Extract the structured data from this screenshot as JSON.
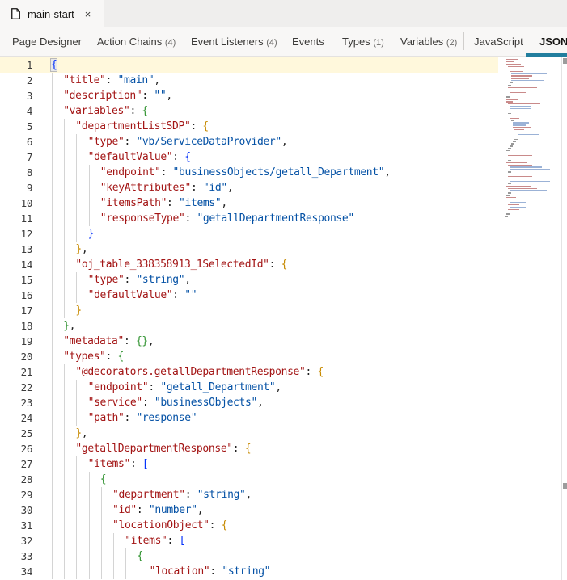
{
  "file_tab": {
    "icon": "document-icon",
    "label": "main-start",
    "close_label": "×"
  },
  "subnav": {
    "items": [
      {
        "label": "Page Designer",
        "count": ""
      },
      {
        "label": "Action Chains",
        "count": "(4)"
      },
      {
        "label": "Event Listeners",
        "count": "(4)"
      },
      {
        "label": "Events",
        "count": ""
      },
      {
        "label": "Types",
        "count": "(1)"
      },
      {
        "label": "Variables",
        "count": "(2)"
      },
      {
        "label": "JavaScript",
        "count": ""
      },
      {
        "label": "JSON",
        "count": ""
      }
    ],
    "active": "JSON"
  },
  "colors": {
    "accent": "#227e9e",
    "key": "#a31515",
    "string": "#0451a5",
    "bracket_depth0": "#0431fa",
    "bracket_depth1": "#319331",
    "bracket_depth2": "#c78a00",
    "current_line": "#fff8dc"
  },
  "editor": {
    "current_line": 1,
    "lines": [
      {
        "n": "1",
        "indent": 0,
        "tokens": [
          [
            "b0",
            "{"
          ]
        ]
      },
      {
        "n": "2",
        "indent": 1,
        "tokens": [
          [
            "k",
            "\"title\""
          ],
          [
            "p",
            ": "
          ],
          [
            "s",
            "\"main\""
          ],
          [
            "p",
            ","
          ]
        ]
      },
      {
        "n": "3",
        "indent": 1,
        "tokens": [
          [
            "k",
            "\"description\""
          ],
          [
            "p",
            ": "
          ],
          [
            "s",
            "\"\""
          ],
          [
            "p",
            ","
          ]
        ]
      },
      {
        "n": "4",
        "indent": 1,
        "tokens": [
          [
            "k",
            "\"variables\""
          ],
          [
            "p",
            ": "
          ],
          [
            "b1",
            "{"
          ]
        ]
      },
      {
        "n": "5",
        "indent": 2,
        "tokens": [
          [
            "k",
            "\"departmentListSDP\""
          ],
          [
            "p",
            ": "
          ],
          [
            "b2",
            "{"
          ]
        ]
      },
      {
        "n": "6",
        "indent": 3,
        "tokens": [
          [
            "k",
            "\"type\""
          ],
          [
            "p",
            ": "
          ],
          [
            "s",
            "\"vb/ServiceDataProvider\""
          ],
          [
            "p",
            ","
          ]
        ]
      },
      {
        "n": "7",
        "indent": 3,
        "tokens": [
          [
            "k",
            "\"defaultValue\""
          ],
          [
            "p",
            ": "
          ],
          [
            "b0",
            "{"
          ]
        ]
      },
      {
        "n": "8",
        "indent": 4,
        "tokens": [
          [
            "k",
            "\"endpoint\""
          ],
          [
            "p",
            ": "
          ],
          [
            "s",
            "\"businessObjects/getall_Department\""
          ],
          [
            "p",
            ","
          ]
        ]
      },
      {
        "n": "9",
        "indent": 4,
        "tokens": [
          [
            "k",
            "\"keyAttributes\""
          ],
          [
            "p",
            ": "
          ],
          [
            "s",
            "\"id\""
          ],
          [
            "p",
            ","
          ]
        ]
      },
      {
        "n": "10",
        "indent": 4,
        "tokens": [
          [
            "k",
            "\"itemsPath\""
          ],
          [
            "p",
            ": "
          ],
          [
            "s",
            "\"items\""
          ],
          [
            "p",
            ","
          ]
        ]
      },
      {
        "n": "11",
        "indent": 4,
        "tokens": [
          [
            "k",
            "\"responseType\""
          ],
          [
            "p",
            ": "
          ],
          [
            "s",
            "\"getallDepartmentResponse\""
          ]
        ]
      },
      {
        "n": "12",
        "indent": 3,
        "tokens": [
          [
            "b0",
            "}"
          ]
        ]
      },
      {
        "n": "13",
        "indent": 2,
        "tokens": [
          [
            "b2",
            "}"
          ],
          [
            "p",
            ","
          ]
        ]
      },
      {
        "n": "14",
        "indent": 2,
        "tokens": [
          [
            "k",
            "\"oj_table_338358913_1SelectedId\""
          ],
          [
            "p",
            ": "
          ],
          [
            "b2",
            "{"
          ]
        ]
      },
      {
        "n": "15",
        "indent": 3,
        "tokens": [
          [
            "k",
            "\"type\""
          ],
          [
            "p",
            ": "
          ],
          [
            "s",
            "\"string\""
          ],
          [
            "p",
            ","
          ]
        ]
      },
      {
        "n": "16",
        "indent": 3,
        "tokens": [
          [
            "k",
            "\"defaultValue\""
          ],
          [
            "p",
            ": "
          ],
          [
            "s",
            "\"\""
          ]
        ]
      },
      {
        "n": "17",
        "indent": 2,
        "tokens": [
          [
            "b2",
            "}"
          ]
        ]
      },
      {
        "n": "18",
        "indent": 1,
        "tokens": [
          [
            "b1",
            "}"
          ],
          [
            "p",
            ","
          ]
        ]
      },
      {
        "n": "19",
        "indent": 1,
        "tokens": [
          [
            "k",
            "\"metadata\""
          ],
          [
            "p",
            ": "
          ],
          [
            "b1",
            "{}"
          ],
          [
            "p",
            ","
          ]
        ]
      },
      {
        "n": "20",
        "indent": 1,
        "tokens": [
          [
            "k",
            "\"types\""
          ],
          [
            "p",
            ": "
          ],
          [
            "b1",
            "{"
          ]
        ]
      },
      {
        "n": "21",
        "indent": 2,
        "tokens": [
          [
            "k",
            "\"@decorators.getallDepartmentResponse\""
          ],
          [
            "p",
            ": "
          ],
          [
            "b2",
            "{"
          ]
        ]
      },
      {
        "n": "22",
        "indent": 3,
        "tokens": [
          [
            "k",
            "\"endpoint\""
          ],
          [
            "p",
            ": "
          ],
          [
            "s",
            "\"getall_Department\""
          ],
          [
            "p",
            ","
          ]
        ]
      },
      {
        "n": "23",
        "indent": 3,
        "tokens": [
          [
            "k",
            "\"service\""
          ],
          [
            "p",
            ": "
          ],
          [
            "s",
            "\"businessObjects\""
          ],
          [
            "p",
            ","
          ]
        ]
      },
      {
        "n": "24",
        "indent": 3,
        "tokens": [
          [
            "k",
            "\"path\""
          ],
          [
            "p",
            ": "
          ],
          [
            "s",
            "\"response\""
          ]
        ]
      },
      {
        "n": "25",
        "indent": 2,
        "tokens": [
          [
            "b2",
            "}"
          ],
          [
            "p",
            ","
          ]
        ]
      },
      {
        "n": "26",
        "indent": 2,
        "tokens": [
          [
            "k",
            "\"getallDepartmentResponse\""
          ],
          [
            "p",
            ": "
          ],
          [
            "b2",
            "{"
          ]
        ]
      },
      {
        "n": "27",
        "indent": 3,
        "tokens": [
          [
            "k",
            "\"items\""
          ],
          [
            "p",
            ": "
          ],
          [
            "b0",
            "["
          ]
        ]
      },
      {
        "n": "28",
        "indent": 4,
        "tokens": [
          [
            "b1",
            "{"
          ]
        ]
      },
      {
        "n": "29",
        "indent": 5,
        "tokens": [
          [
            "k",
            "\"department\""
          ],
          [
            "p",
            ": "
          ],
          [
            "s",
            "\"string\""
          ],
          [
            "p",
            ","
          ]
        ]
      },
      {
        "n": "30",
        "indent": 5,
        "tokens": [
          [
            "k",
            "\"id\""
          ],
          [
            "p",
            ": "
          ],
          [
            "s",
            "\"number\""
          ],
          [
            "p",
            ","
          ]
        ]
      },
      {
        "n": "31",
        "indent": 5,
        "tokens": [
          [
            "k",
            "\"locationObject\""
          ],
          [
            "p",
            ": "
          ],
          [
            "b2",
            "{"
          ]
        ]
      },
      {
        "n": "32",
        "indent": 6,
        "tokens": [
          [
            "k",
            "\"items\""
          ],
          [
            "p",
            ": "
          ],
          [
            "b0",
            "["
          ]
        ]
      },
      {
        "n": "33",
        "indent": 7,
        "tokens": [
          [
            "b1",
            "{"
          ]
        ]
      },
      {
        "n": "34",
        "indent": 8,
        "tokens": [
          [
            "k",
            "\"location\""
          ],
          [
            "p",
            ": "
          ],
          [
            "s",
            "\"string\""
          ]
        ]
      }
    ]
  }
}
